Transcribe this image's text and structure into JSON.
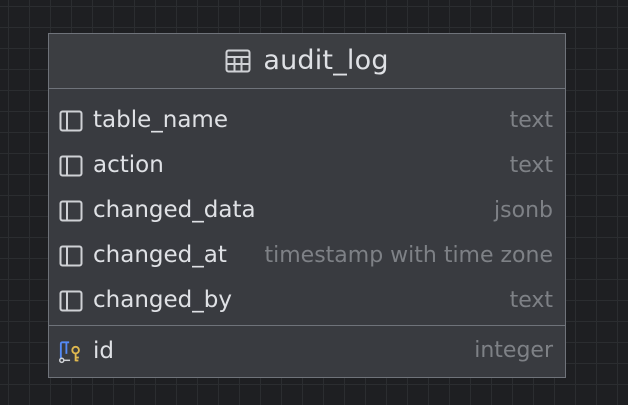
{
  "table": {
    "name": "audit_log",
    "columns": [
      {
        "name": "table_name",
        "type": "text",
        "icon": "column-icon"
      },
      {
        "name": "action",
        "type": "text",
        "icon": "column-icon"
      },
      {
        "name": "changed_data",
        "type": "jsonb",
        "icon": "column-icon"
      },
      {
        "name": "changed_at",
        "type": "timestamp with time zone",
        "icon": "column-icon"
      },
      {
        "name": "changed_by",
        "type": "text",
        "icon": "column-icon"
      }
    ],
    "keys": [
      {
        "name": "id",
        "type": "integer",
        "icon": "primary-key-icon"
      }
    ]
  },
  "colors": {
    "canvas": "#1e1f22",
    "card": "#393b40",
    "border": "#6f737a",
    "text": "#dfe1e5",
    "type_text": "#7e8186",
    "pk_blue": "#548af7",
    "pk_gold": "#e0b94f"
  }
}
